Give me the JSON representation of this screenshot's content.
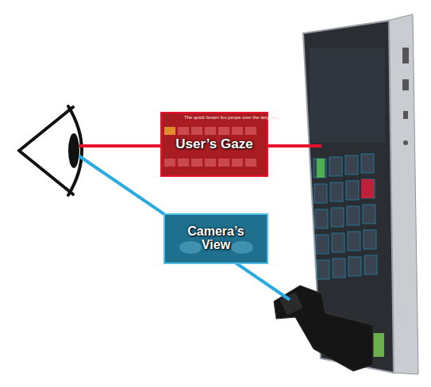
{
  "diagram": {
    "nodes": [
      {
        "text": [
          "User’s Gaze"
        ]
      },
      {
        "text": [
          "Camera’s View"
        ]
      }
    ],
    "labels": [
      "The quick brown fox jumps over the lazy dog"
    ]
  }
}
